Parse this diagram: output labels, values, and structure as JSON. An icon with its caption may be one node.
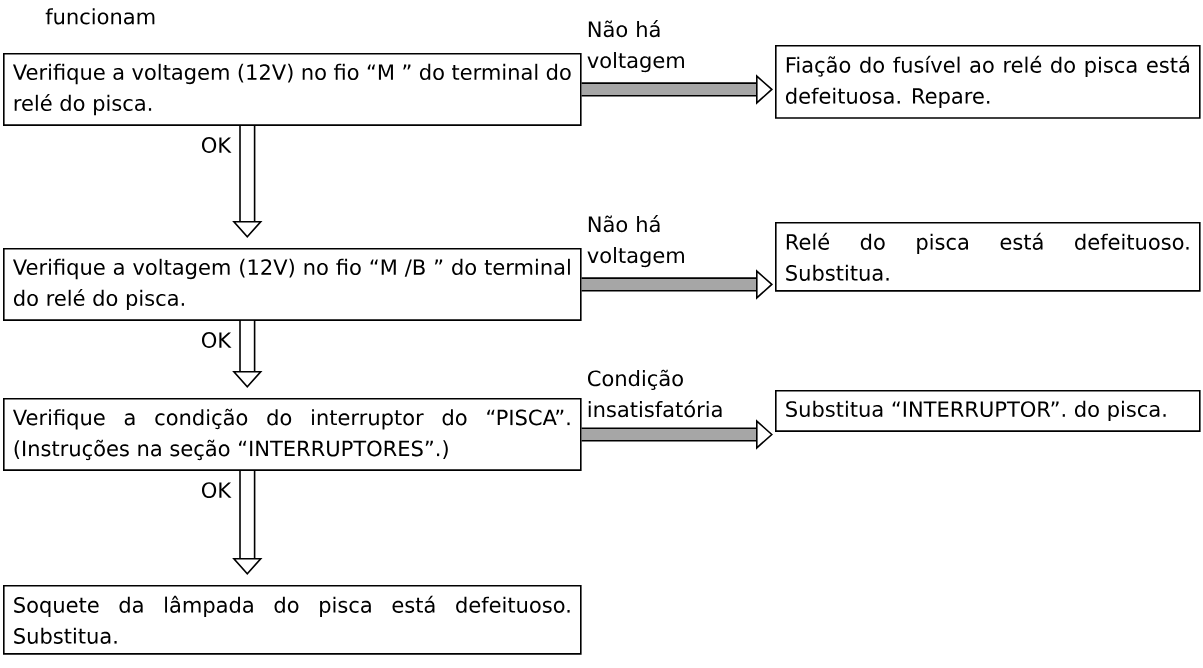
{
  "diagram": {
    "nodes": [
      {
        "text": [
          "Verifique a voltagem (12V) no fio “M ” do terminal do relé do pisca."
        ]
      },
      {
        "text": [
          "Fiação do fusível ao relé do pisca está defeituosa. Repare."
        ]
      },
      {
        "text": [
          "Verifique a voltagem (12V) no fio “M /B ” do terminal do relé do pisca."
        ]
      },
      {
        "text": [
          "Relé do pisca está defeituoso. Substitua."
        ]
      },
      {
        "text": [
          "Verifique a condição do interruptor do “PISCA”. (Instruções na seção “INTERRUPTORES”.)"
        ]
      },
      {
        "text": [
          "Substitua “INTERRUPTOR”. do pisca."
        ]
      },
      {
        "text": [
          "Soquete da lâmpada do pisca está defeituoso. Substitua."
        ]
      }
    ],
    "edges": [
      {
        "from": 0,
        "to": 1,
        "arrow": "to",
        "label": "Não há voltagem"
      },
      {
        "from": 0,
        "to": 2,
        "arrow": "to",
        "label": "OK"
      },
      {
        "from": 2,
        "to": 3,
        "arrow": "to",
        "label": "Não há voltagem"
      },
      {
        "from": 2,
        "to": 4,
        "arrow": "to",
        "label": "OK"
      },
      {
        "from": 4,
        "to": 5,
        "arrow": "to",
        "label": "Condição insatisfatória"
      },
      {
        "from": 4,
        "to": 6,
        "arrow": "to",
        "label": "OK"
      }
    ],
    "labels": [
      "funcionam"
    ]
  }
}
